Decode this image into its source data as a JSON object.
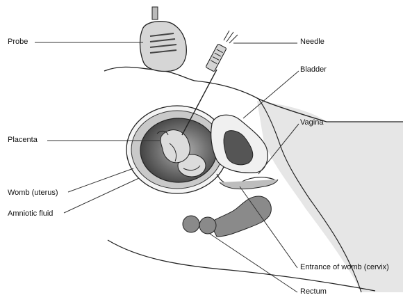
{
  "labels": {
    "probe": "Probe",
    "needle": "Needle",
    "bladder": "Bladder",
    "placenta": "Placenta",
    "vagina": "Vagina",
    "womb": "Womb (uterus)",
    "amniotic": "Amniotic fluid",
    "cervix": "Entrance of womb (cervix)",
    "rectum": "Rectum"
  },
  "colors": {
    "outline": "#222222",
    "skin_shade": "#e6e6e6",
    "placenta_fill": "#c9c9c9",
    "amniotic_fill": "#6a6a6a",
    "fetus_fill": "#d8d8d8",
    "organ_dark": "#555555",
    "rectum_fill": "#8a8a8a"
  },
  "icons": [
    "probe-icon",
    "needle-icon"
  ]
}
